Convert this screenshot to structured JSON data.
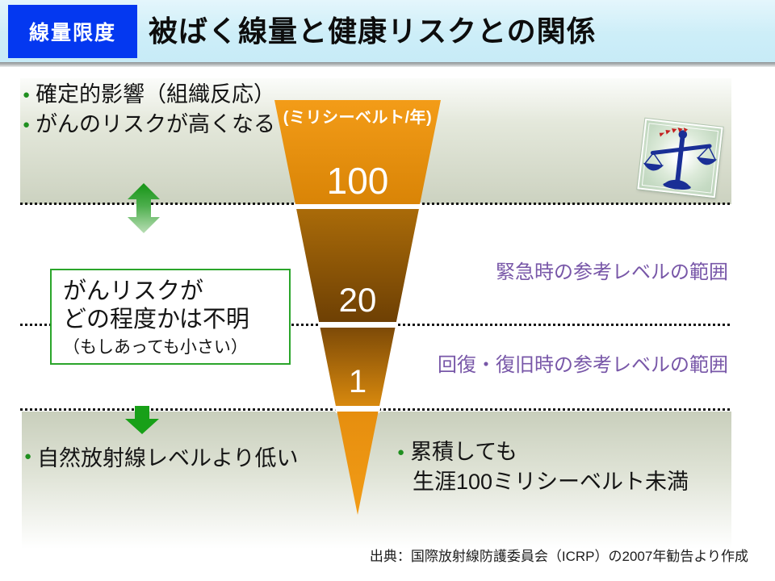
{
  "header": {
    "tag": "線量限度",
    "title": "被ばく線量と健康リスクとの関係"
  },
  "top_section": {
    "bullets": [
      "確定的影響（組織反応）",
      "がんのリスクが高くなる"
    ]
  },
  "funnel": {
    "unit_label": "(ミリシーベルト/年)",
    "levels": [
      {
        "value": "100"
      },
      {
        "value": "20"
      },
      {
        "value": "1"
      }
    ]
  },
  "risk_box": {
    "line1": "がんリスクが",
    "line2": "どの程度かは不明",
    "line3": "（もしあっても小さい）"
  },
  "range_labels": {
    "emergency": "緊急時の参考レベルの範囲",
    "recovery": "回復・復旧時の参考レベルの範囲"
  },
  "bottom_section": {
    "left_bullet": "自然放射線レベルより低い",
    "right_bullet_line1": "累積しても",
    "right_bullet_line2": "生涯100ミリシーベルト未満"
  },
  "source": "出典：国際放射線防護委員会（ICRP）の2007年勧告より作成",
  "icons": {
    "balance_scale": "balance-scale-icon",
    "up_down_arrow": "up-down-arrow-icon",
    "down_arrow": "down-arrow-icon",
    "bullet": "dot-bullet-icon"
  },
  "colors": {
    "header_tag_bg": "#0438f0",
    "header_band_blue": "#cdeef8",
    "band_green_gray": "#ccd2c0",
    "funnel_orange": "#f0940f",
    "funnel_dark_brown": "#6e4004",
    "purple_label": "#7857a8",
    "green_arrow": "#18a018",
    "risk_box_border": "#2ba52b"
  }
}
